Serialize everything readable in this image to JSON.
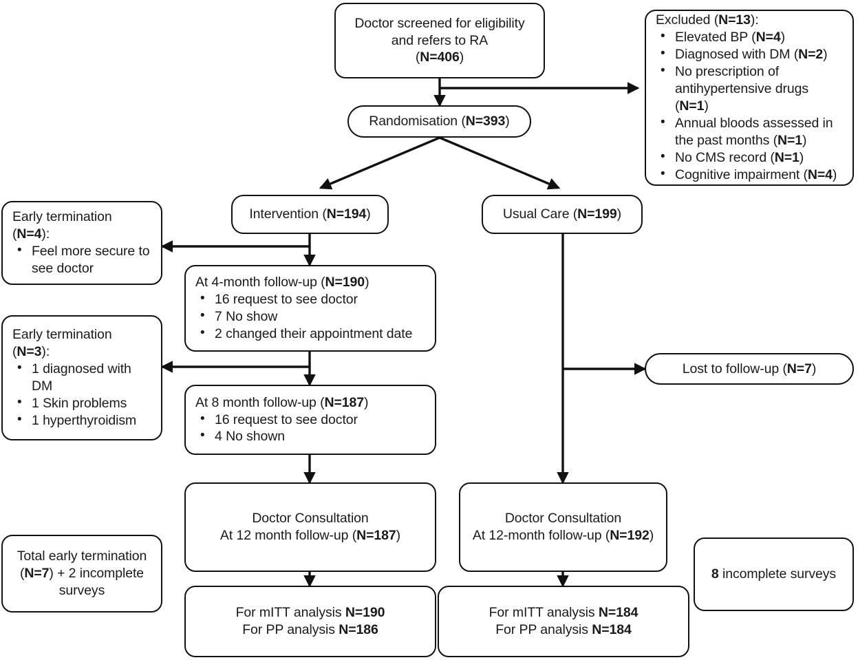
{
  "diagram": {
    "title": "CONSORT participant flow diagram",
    "stroke_color": "#111111",
    "text_color": "#1a1a1a",
    "background": "#ffffff"
  },
  "nodes": {
    "screened": {
      "line1": "Doctor screened for eligibility",
      "line2": "and refers to RA",
      "line3_prefix": "(",
      "line3_value": "N=406",
      "line3_suffix": ")"
    },
    "excluded": {
      "title_prefix": "Excluded  (",
      "title_value": "N=13",
      "title_suffix": "):",
      "items": [
        {
          "text": "Elevated BP (",
          "value": "N=4",
          "suffix": ")"
        },
        {
          "text": "Diagnosed with DM (",
          "value": "N=2",
          "suffix": ")"
        },
        {
          "text": "No prescription of antihypertensive drugs (",
          "value": "N=1",
          "suffix": ")"
        },
        {
          "text": "Annual bloods assessed in the past months (",
          "value": "N=1",
          "suffix": ")"
        },
        {
          "text": "No CMS record (",
          "value": "N=1",
          "suffix": ")"
        },
        {
          "text": "Cognitive impairment (",
          "value": "N=4",
          "suffix": ")"
        }
      ]
    },
    "randomisation": {
      "prefix": "Randomisation (",
      "value": "N=393",
      "suffix": ")"
    },
    "intervention": {
      "prefix": "Intervention (",
      "value": "N=194",
      "suffix": ")"
    },
    "usual_care": {
      "prefix": "Usual Care (",
      "value": "N=199",
      "suffix": ")"
    },
    "early_term_1": {
      "title_prefix": "Early termination (",
      "title_value": "N=4",
      "title_suffix": "):",
      "items": [
        "Feel more secure to see doctor"
      ]
    },
    "early_term_2": {
      "title_prefix": "Early termination (",
      "title_value": "N=3",
      "title_suffix": "):",
      "items": [
        "1 diagnosed with DM",
        "1 Skin problems",
        "1 hyperthyroidism"
      ]
    },
    "followup_4m": {
      "title_prefix": "At 4-month follow-up (",
      "title_value": "N=190",
      "title_suffix": ")",
      "items": [
        "16 request to see doctor",
        "7 No show",
        "2 changed their appointment date"
      ]
    },
    "followup_8m": {
      "title_prefix": "At 8 month follow-up (",
      "title_value": "N=187",
      "title_suffix": ")",
      "items": [
        "16 request to see doctor",
        "4 No shown"
      ]
    },
    "lost_followup": {
      "prefix": "Lost to follow-up (",
      "value": "N=7",
      "suffix": ")"
    },
    "consult_intervention": {
      "line1": "Doctor Consultation",
      "line2_prefix": "At 12 month follow-up (",
      "line2_value": "N=187",
      "line2_suffix": ")"
    },
    "consult_usual": {
      "line1": "Doctor Consultation",
      "line2_prefix": "At 12-month follow-up (",
      "line2_value": "N=192",
      "line2_suffix": ")"
    },
    "total_early_term": {
      "line1": "Total early termination",
      "line2_prefix": "(",
      "line2_value": "N=7",
      "line2_suffix": ") + 2 incomplete",
      "line3": "surveys"
    },
    "incomplete_surveys": {
      "value": "8",
      "text": " incomplete surveys"
    },
    "analysis_intervention": {
      "line1_prefix": "For mITT analysis ",
      "line1_value": "N=190",
      "line2_prefix": "For PP analysis ",
      "line2_value": "N=186"
    },
    "analysis_usual": {
      "line1_prefix": "For mITT analysis ",
      "line1_value": "N=184",
      "line2_prefix": "For PP analysis ",
      "line2_value": "N=184"
    }
  }
}
